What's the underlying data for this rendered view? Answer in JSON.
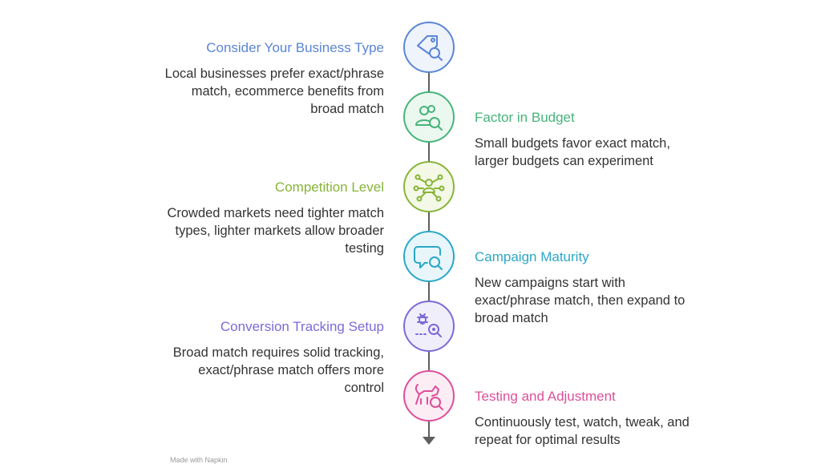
{
  "colors": {
    "blue": "#5b85d6",
    "green": "#46b47a",
    "lime": "#88b43a",
    "cyan": "#2ba7c7",
    "purple": "#7d6ad8",
    "pink": "#dd4f99",
    "spine": "#5f5f5f"
  },
  "steps": [
    {
      "title": "Consider Your Business Type",
      "description": "Local businesses prefer exact/phrase match, ecommerce benefits from broad match",
      "icon": "tag-search-icon"
    },
    {
      "title": "Factor in Budget",
      "description": "Small budgets favor exact match, larger budgets can experiment",
      "icon": "users-search-icon"
    },
    {
      "title": "Competition Level",
      "description": "Crowded markets need tighter match types, lighter markets allow broader testing",
      "icon": "network-icon"
    },
    {
      "title": "Campaign Maturity",
      "description": "New campaigns start with exact/phrase match, then expand to broad match",
      "icon": "chat-search-icon"
    },
    {
      "title": "Conversion Tracking Setup",
      "description": "Broad match requires solid tracking, exact/phrase match offers more control",
      "icon": "bug-search-icon"
    },
    {
      "title": "Testing and Adjustment",
      "description": "Continuously test, watch, tweak, and repeat for optimal results",
      "icon": "cat-search-icon"
    }
  ],
  "footer": "Made with Napkin"
}
